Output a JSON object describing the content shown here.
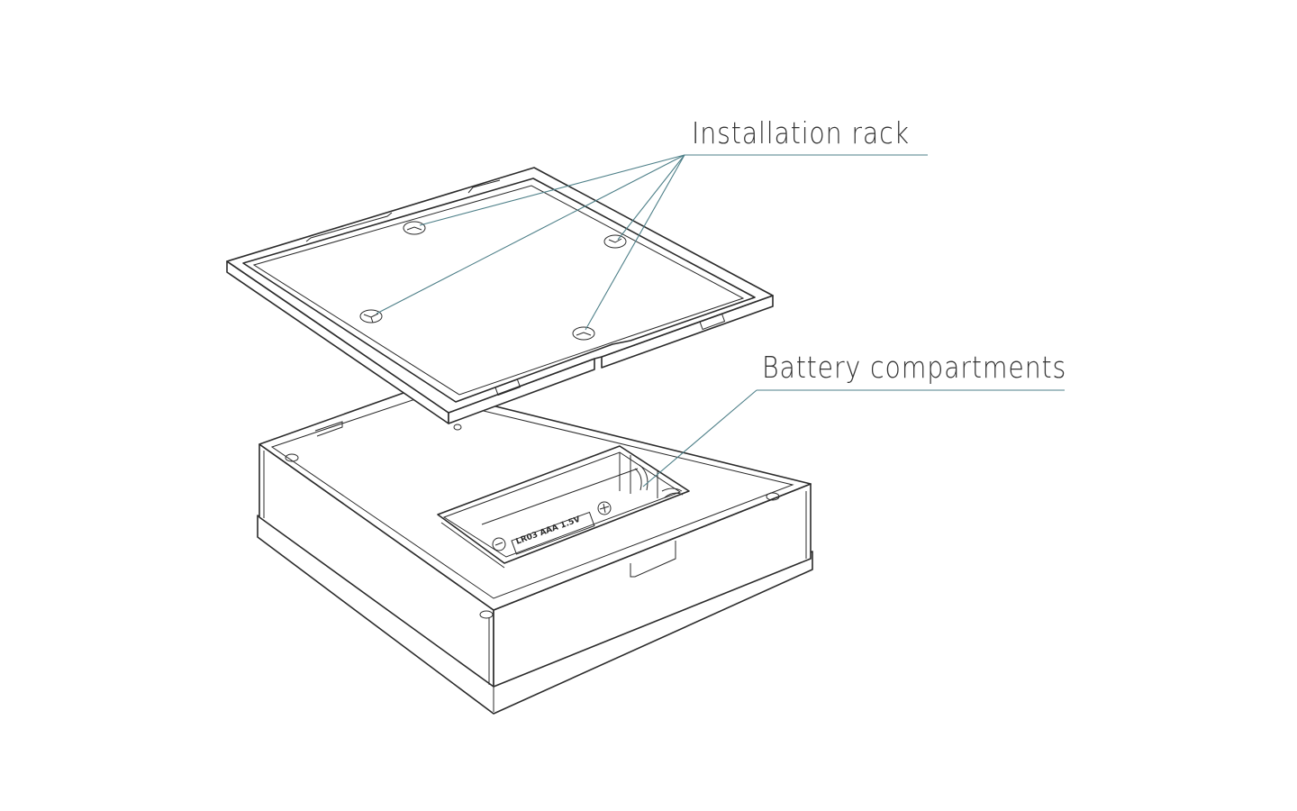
{
  "labels": {
    "installation_rack": "Installation rack",
    "battery_compartments": "Battery compartments",
    "battery_marking": "LR03 AAA 1.5V",
    "plus_symbol": "+",
    "minus_symbol": "−"
  },
  "colors": {
    "leader_line": "#4d7f88",
    "drawing_line": "#2b2b2b",
    "text": "#333333"
  }
}
